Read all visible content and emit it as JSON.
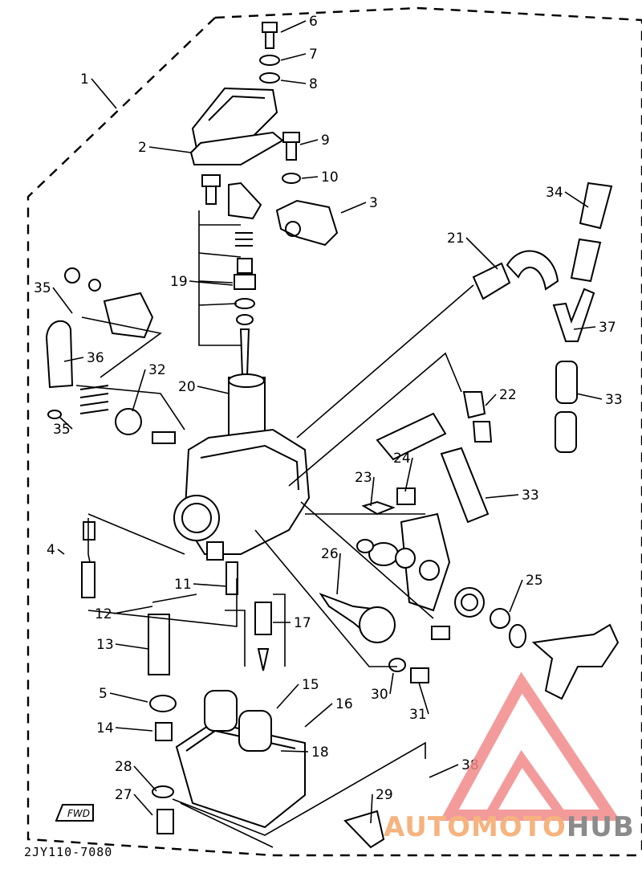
{
  "figure_code": "2JY110-7080",
  "fwd_mark": "FWD",
  "watermark": {
    "part1": "AUTOMOTO",
    "part2": "HUB",
    "accent": "#f28a8a",
    "accent2": "#f6b37e",
    "grey": "#8b8b8b"
  },
  "callouts": [
    "1",
    "2",
    "3",
    "4",
    "5",
    "6",
    "7",
    "8",
    "9",
    "10",
    "11",
    "12",
    "13",
    "14",
    "15",
    "16",
    "17",
    "18",
    "19",
    "20",
    "21",
    "22",
    "23",
    "24",
    "25",
    "26",
    "27",
    "28",
    "29",
    "30",
    "31",
    "32",
    "33",
    "33",
    "34",
    "35",
    "35",
    "36",
    "37",
    "38"
  ]
}
